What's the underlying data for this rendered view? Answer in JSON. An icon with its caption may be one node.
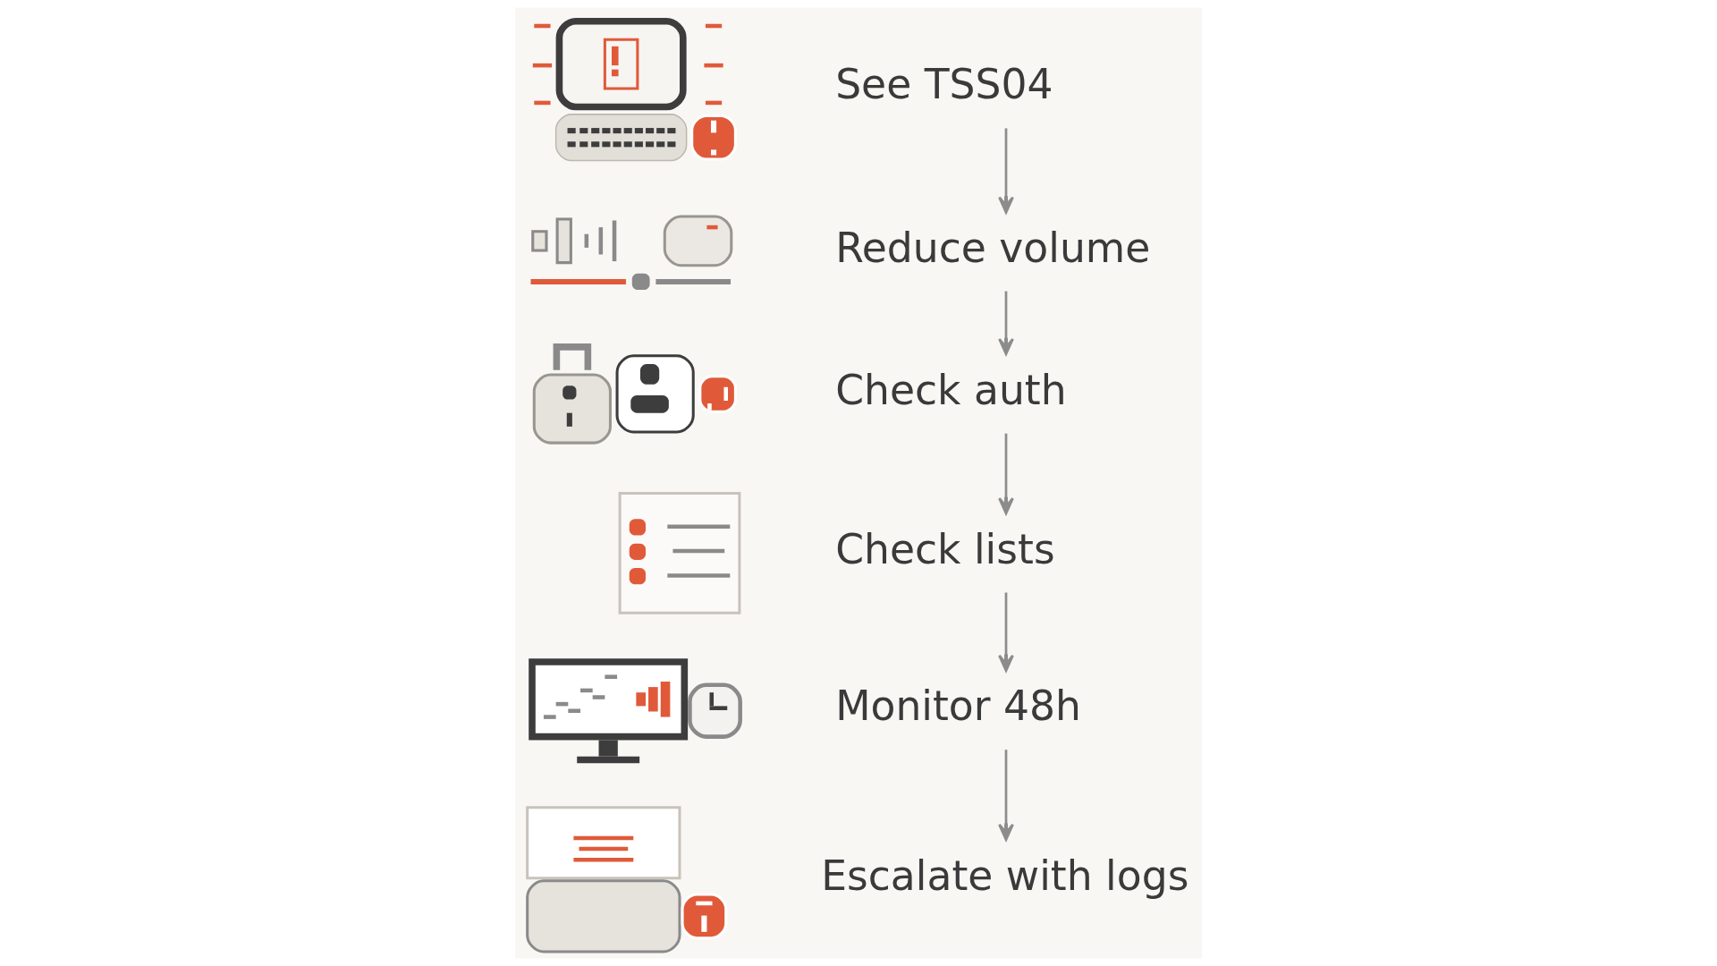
{
  "diagram": {
    "nodes": [
      {
        "text": [],
        "shape": "picture"
      },
      {
        "text": [
          "See TSS04"
        ]
      },
      {
        "text": [],
        "shape": "picture"
      },
      {
        "text": [
          "Reduce volume"
        ]
      },
      {
        "text": [],
        "shape": "picture"
      },
      {
        "text": [
          "Check auth"
        ]
      },
      {
        "text": [],
        "shape": "picture"
      },
      {
        "text": [
          "Check lists"
        ]
      },
      {
        "text": [],
        "shape": "picture"
      },
      {
        "text": [
          "Monitor 48h"
        ]
      },
      {
        "text": [],
        "shape": "picture"
      },
      {
        "text": [
          "Escalate with logs"
        ]
      }
    ],
    "edges": [
      {
        "from": 1,
        "to": 3,
        "arrow": "to"
      },
      {
        "from": 3,
        "to": 5,
        "arrow": "to"
      },
      {
        "from": 5,
        "to": 7,
        "arrow": "to"
      },
      {
        "from": 7,
        "to": 9,
        "arrow": "to"
      },
      {
        "from": 9,
        "to": 11,
        "arrow": "to"
      }
    ]
  }
}
